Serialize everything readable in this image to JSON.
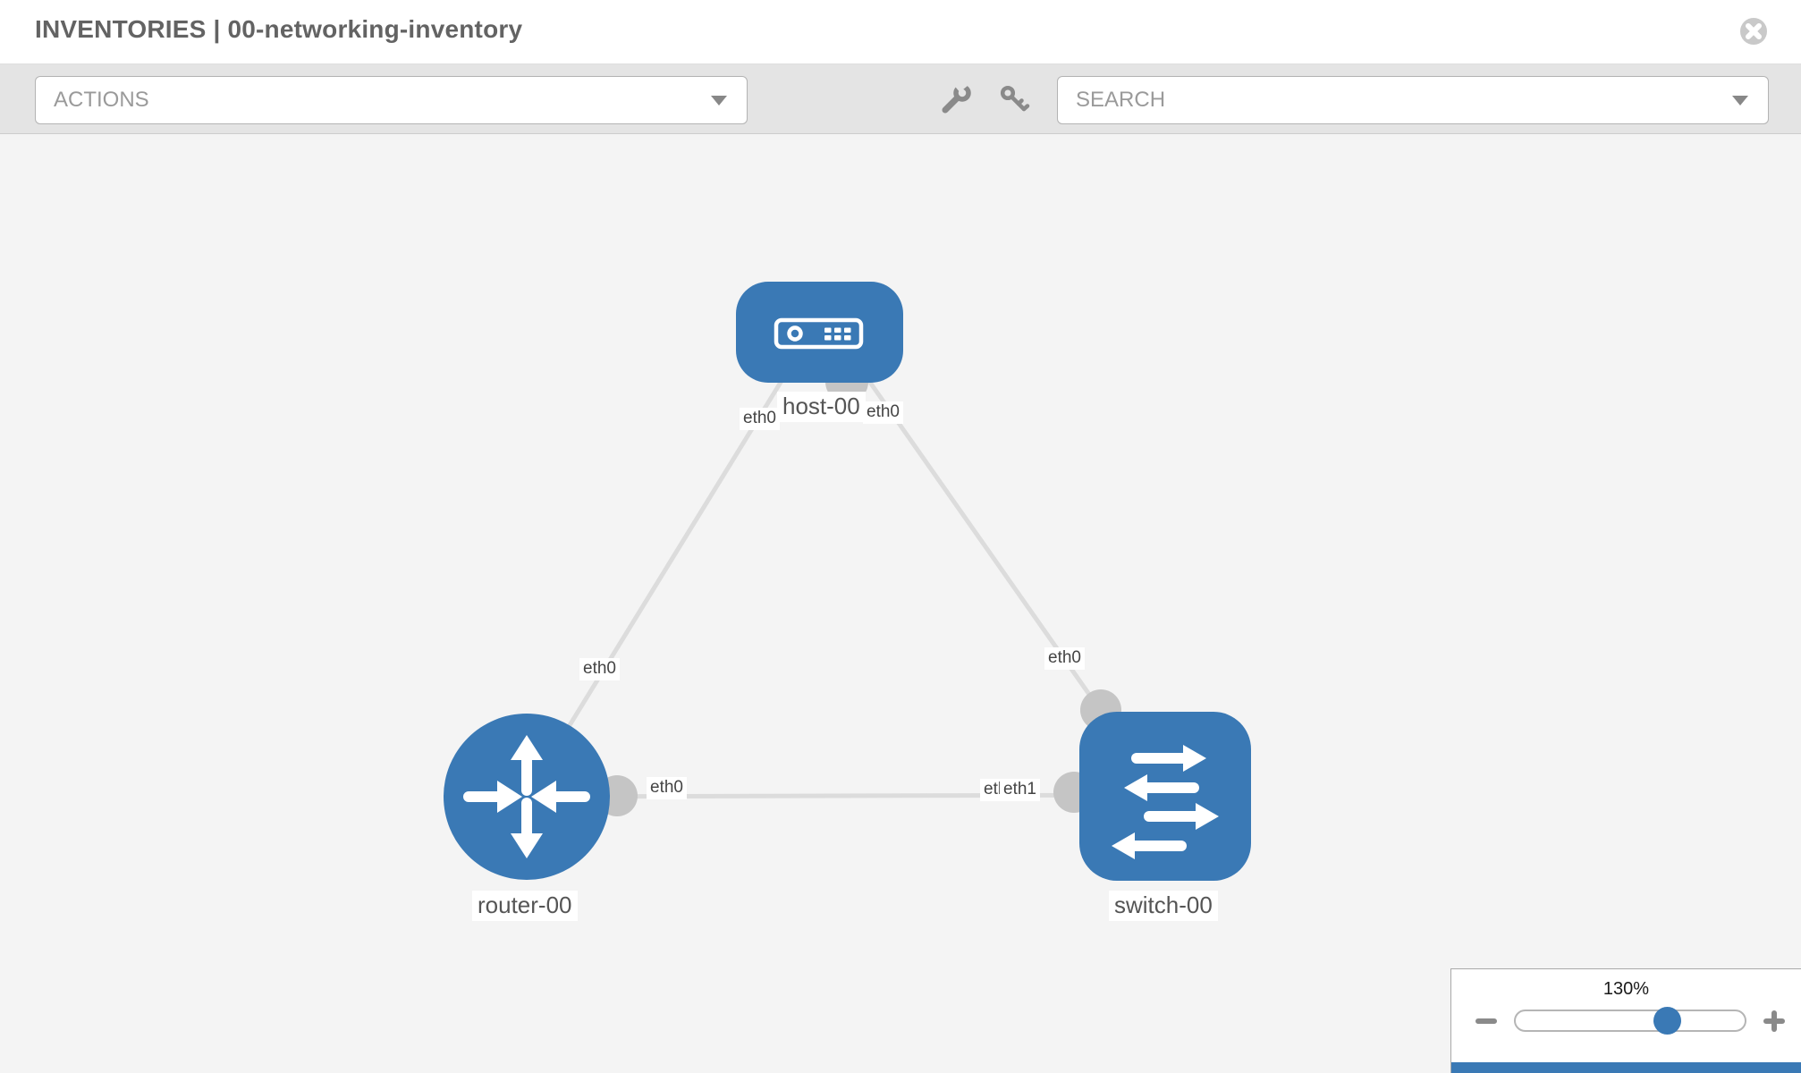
{
  "header": {
    "title": "INVENTORIES | 00-networking-inventory"
  },
  "toolbar": {
    "actions_dropdown": {
      "label": "ACTIONS"
    },
    "search_dropdown": {
      "label": "SEARCH"
    },
    "icons": [
      "wrench",
      "key"
    ]
  },
  "topology": {
    "nodes": [
      {
        "id": "host-00",
        "type": "host",
        "label": "host-00"
      },
      {
        "id": "router-00",
        "type": "router",
        "label": "router-00"
      },
      {
        "id": "switch-00",
        "type": "switch",
        "label": "switch-00"
      }
    ],
    "links": [
      {
        "from": "host-00",
        "from_port": "eth0",
        "to": "router-00",
        "to_port": "eth0"
      },
      {
        "from": "host-00",
        "from_port": "eth0",
        "to": "switch-00",
        "to_port": "eth0"
      },
      {
        "from": "router-00",
        "from_port": "eth0",
        "to": "switch-00",
        "to_port": "eth1"
      }
    ],
    "port_labels": {
      "host_left": "eth0",
      "host_right": "eth0",
      "router_top": "eth0",
      "router_right": "eth0",
      "switch_top": "eth0",
      "switch_left_back": "eth0",
      "switch_left_front": "eth1"
    }
  },
  "zoom_control": {
    "level": "130%"
  },
  "colors": {
    "node_blue": "#3a79b5",
    "port_gray": "#c5c5c5",
    "link_gray": "#dcdcdc",
    "canvas_bg": "#f4f4f4",
    "toolbar_bg": "#e4e4e4"
  }
}
